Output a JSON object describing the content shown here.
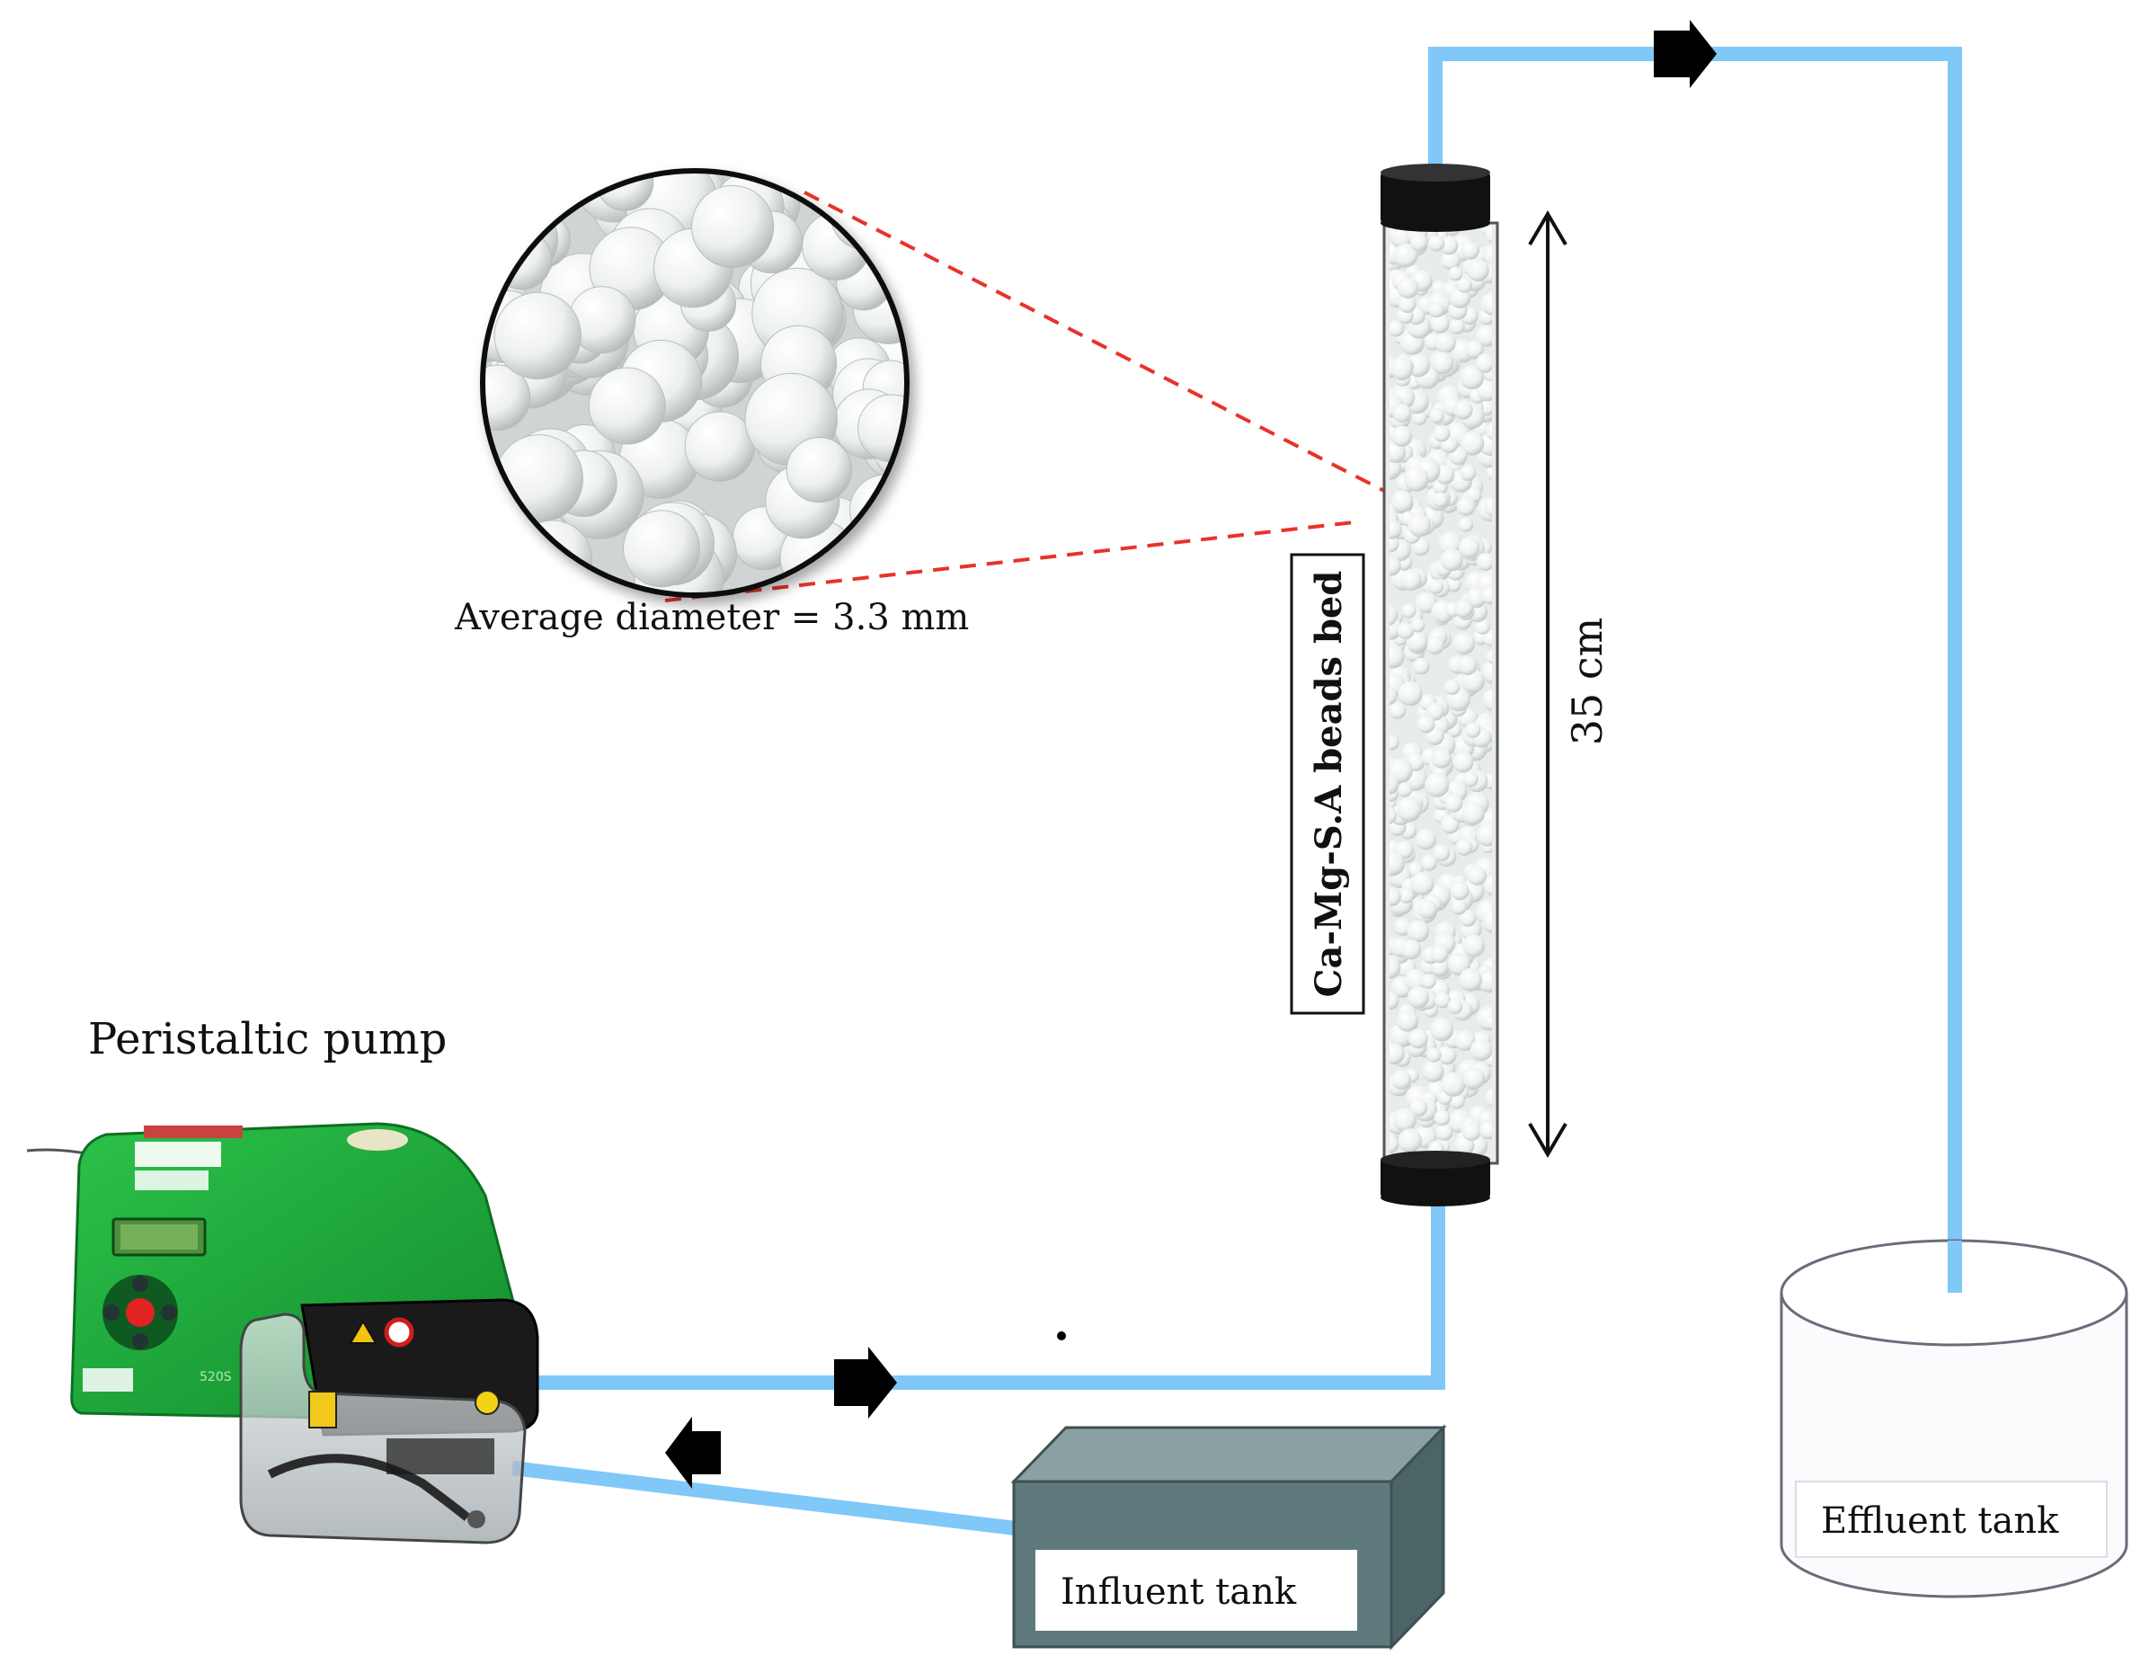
{
  "labels": {
    "pump": "Peristaltic pump",
    "bead_caption": "Average diameter = 3.3 mm",
    "column": "Ca-Mg-S.A beads bed",
    "height": "35 cm",
    "influent": "Influent tank",
    "effluent": "Effluent tank"
  },
  "colors": {
    "tube": "#7fc8f8",
    "pump_body": "#1faa3c",
    "influent_front": "#5f7a7c",
    "influent_top": "#8aa1a3",
    "influent_side": "#4b6466",
    "zoom_line": "#e8332a",
    "column_cap": "#111111",
    "bead": "#f4f6f6"
  },
  "icons": [
    "flow-arrow-icon",
    "warning-icon",
    "prohibition-icon",
    "double-arrow-icon"
  ]
}
